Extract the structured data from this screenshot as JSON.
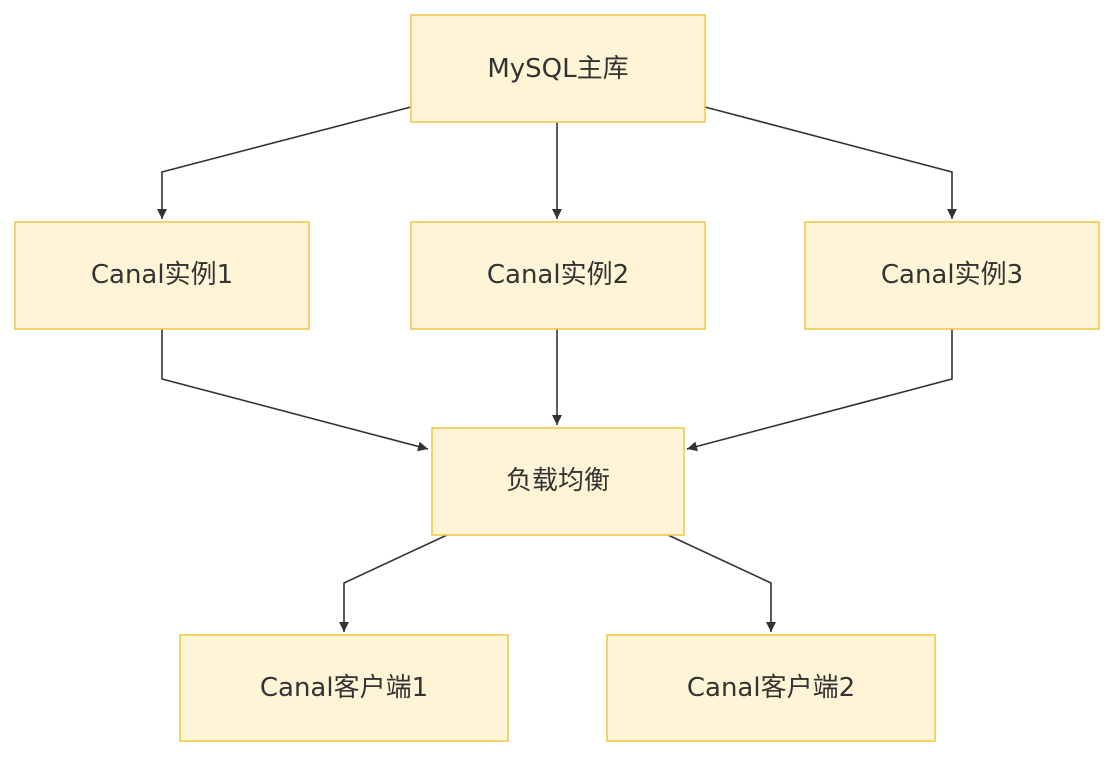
{
  "nodes": {
    "mysql_master": {
      "label": "MySQL主库"
    },
    "canal_instance_1": {
      "label": "Canal实例1"
    },
    "canal_instance_2": {
      "label": "Canal实例2"
    },
    "canal_instance_3": {
      "label": "Canal实例3"
    },
    "load_balancer": {
      "label": "负载均衡"
    },
    "canal_client_1": {
      "label": "Canal客户端1"
    },
    "canal_client_2": {
      "label": "Canal客户端2"
    }
  },
  "edges": [
    {
      "from": "mysql_master",
      "to": "canal_instance_1"
    },
    {
      "from": "mysql_master",
      "to": "canal_instance_2"
    },
    {
      "from": "mysql_master",
      "to": "canal_instance_3"
    },
    {
      "from": "canal_instance_1",
      "to": "load_balancer"
    },
    {
      "from": "canal_instance_2",
      "to": "load_balancer"
    },
    {
      "from": "canal_instance_3",
      "to": "load_balancer"
    },
    {
      "from": "load_balancer",
      "to": "canal_client_1"
    },
    {
      "from": "load_balancer",
      "to": "canal_client_2"
    }
  ]
}
